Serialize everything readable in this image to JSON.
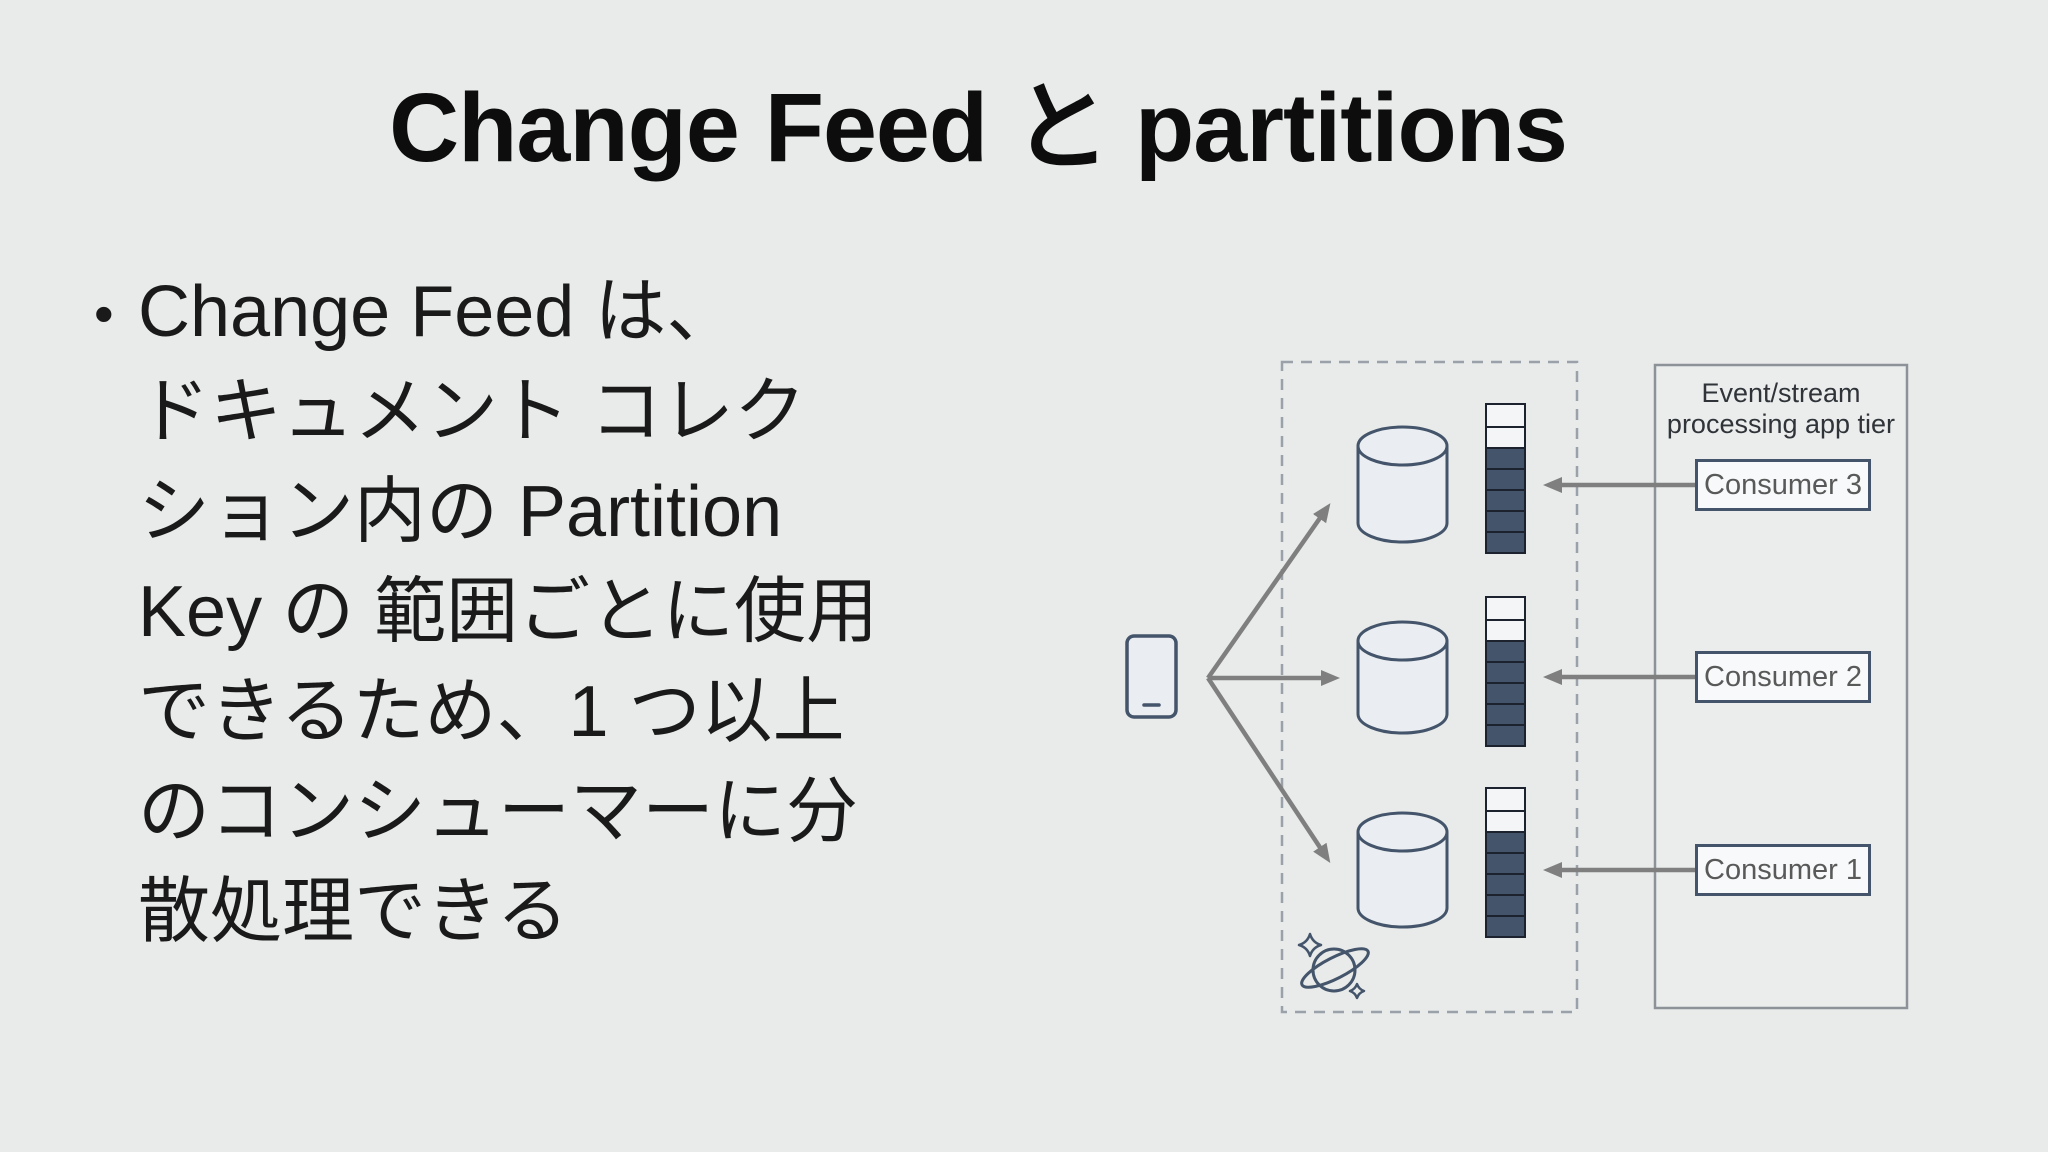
{
  "slide": {
    "title": "Change Feed と partitions",
    "bullet_char": "•",
    "body_lines": [
      "Change Feed は、",
      "ドキュメント コレク",
      "ション内の Partition",
      "Key の 範囲ごとに使用",
      "できるため、1 つ以上",
      "のコンシューマーに分",
      "散処理できる"
    ]
  },
  "diagram": {
    "app_tier": {
      "label_lines": [
        "Event/stream",
        "processing app tier"
      ]
    },
    "consumers": [
      {
        "label": "Consumer 3"
      },
      {
        "label": "Consumer 2"
      },
      {
        "label": "Consumer 1"
      }
    ],
    "feed_bars": [
      {
        "segments": [
          "light",
          "light",
          "dark",
          "dark",
          "dark",
          "dark",
          "dark"
        ]
      },
      {
        "segments": [
          "light",
          "light",
          "dark",
          "dark",
          "dark",
          "dark",
          "dark"
        ]
      },
      {
        "segments": [
          "light",
          "light",
          "dark",
          "dark",
          "dark",
          "dark",
          "dark"
        ]
      }
    ],
    "icons": {
      "device": "mobile-device-icon",
      "database": "database-cylinder-icon",
      "cosmos": "planet-icon",
      "arrows": "gray-arrow"
    }
  },
  "colors": {
    "background": "#E8EBEA",
    "title_text": "#0D0D0D",
    "body_text": "#1A1A1A",
    "accent_dark": "#44546A",
    "cylinder_fill": "#EAEEF2",
    "bar_light": "#F3F5F6",
    "bar_border": "#1C222E",
    "arrow_gray": "#7F7F7F",
    "tier_border": "#8D9299",
    "tier_text": "#303338",
    "dashed_border": "#9BA1A8",
    "consumer_fill": "#F7F9FA",
    "consumer_text": "#595959"
  }
}
